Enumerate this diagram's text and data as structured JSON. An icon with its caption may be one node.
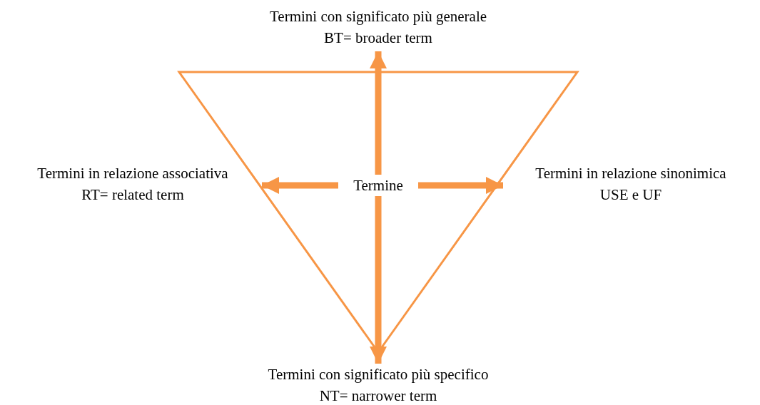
{
  "diagram": {
    "nodes": [
      {
        "text": [
          "Termini con significato più generale",
          "BT= broader term"
        ]
      },
      {
        "text": [],
        "shape": "triangle"
      },
      {
        "text": [
          "Termini in relazione associativa",
          "RT= related term"
        ]
      },
      {
        "text": [
          "Termine"
        ],
        "in": 1
      },
      {
        "text": [
          "Termini in relazione sinonimica",
          "USE e UF"
        ]
      },
      {
        "text": [
          "Termini con significato più specifico",
          "NT= narrower term"
        ]
      }
    ],
    "edges": [
      {
        "from": 3,
        "to": 0,
        "arrow": "to"
      },
      {
        "from": 3,
        "to": 2,
        "arrow": "to"
      },
      {
        "from": 3,
        "to": 4,
        "arrow": "to"
      },
      {
        "from": 3,
        "to": 5,
        "arrow": "to"
      }
    ]
  }
}
